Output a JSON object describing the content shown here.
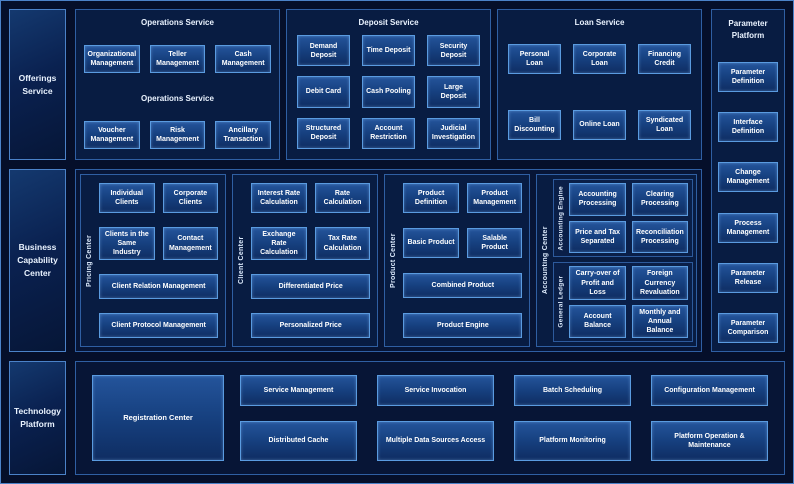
{
  "colors": {
    "background": "#050f2a",
    "panel": "#081c42",
    "box_fill": "#16407f",
    "box_border": "#5a9be0",
    "group_border": "#2f5fa3",
    "text": "#ffffff"
  },
  "side_labels": [
    "Offerings Service",
    "Business Capability Center",
    "Technology Platform"
  ],
  "top": {
    "operations": {
      "title": "Operations Service",
      "subtitle": "Operations Service",
      "row1": [
        "Organizational Management",
        "Teller Management",
        "Cash Management"
      ],
      "row2": [
        "Voucher Management",
        "Risk Management",
        "Ancillary Transaction"
      ]
    },
    "deposit": {
      "title": "Deposit Service",
      "items": [
        "Demand Deposit",
        "Time Deposit",
        "Security Deposit",
        "Debit Card",
        "Cash Pooling",
        "Large Deposit",
        "Structured Deposit",
        "Account Restriction",
        "Judicial Investigation"
      ]
    },
    "loan": {
      "title": "Loan Service",
      "items": [
        "Personal Loan",
        "Corporate Loan",
        "Financing Credit",
        "Bill Discounting",
        "Online Loan",
        "Syndicated Loan"
      ]
    }
  },
  "parameter_platform": {
    "title": "Parameter Platform",
    "items": [
      "Parameter Definition",
      "Interface Definition",
      "Change Management",
      "Process Management",
      "Parameter Release",
      "Parameter Comparison"
    ]
  },
  "middle": {
    "groups": [
      {
        "label": "Pricing Center",
        "items": [
          "Individual Clients",
          "Corporate Clients",
          "Clients in the Same Industry",
          "Contact Management",
          "Client Relation Management",
          "Client Protocol Management"
        ]
      },
      {
        "label": "Client Center",
        "items": [
          "Interest Rate Calculation",
          "Rate Calculation",
          "Exchange Rate Calculation",
          "Tax Rate Calculation",
          "Differentiated Price",
          "Personalized Price"
        ]
      },
      {
        "label": "Product Center",
        "items": [
          "Product Definition",
          "Product Management",
          "Basic Product",
          "Salable Product",
          "Combined Product",
          "Product Engine"
        ]
      }
    ],
    "accounting": {
      "label": "Accounting Center",
      "subgroups": [
        {
          "label": "Accounting Engine",
          "items": [
            "Accounting Processing",
            "Clearing Processing",
            "Price and Tax Separated",
            "Reconciliation Processing"
          ]
        },
        {
          "label": "General Ledger",
          "items": [
            "Carry-over of Profit and Loss",
            "Foreign Currency Revaluation",
            "Account Balance",
            "Monthly and Annual Balance"
          ]
        }
      ]
    }
  },
  "bottom": {
    "registration": "Registration Center",
    "items": [
      "Service Management",
      "Service Invocation",
      "Batch Scheduling",
      "Configuration Management",
      "Distributed Cache",
      "Multiple Data Sources Access",
      "Platform Monitoring",
      "Platform Operation & Maintenance"
    ]
  }
}
